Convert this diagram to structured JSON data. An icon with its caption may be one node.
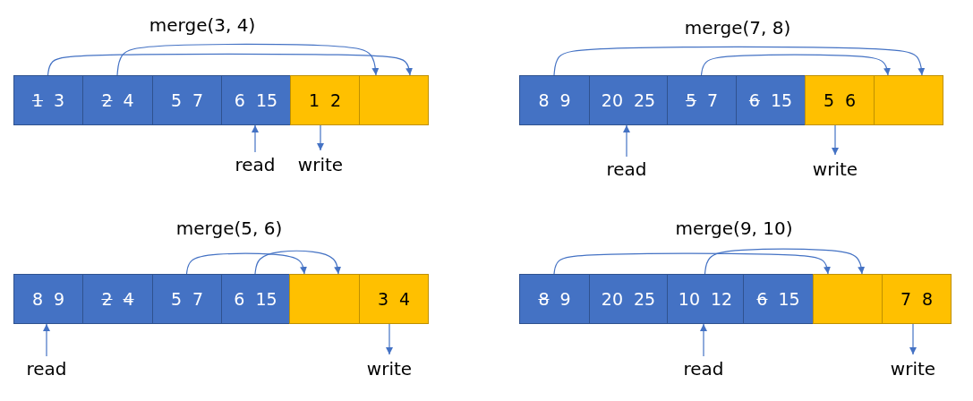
{
  "diagram": {
    "nodes": [
      {
        "text": [
          "1",
          "3"
        ]
      },
      {
        "text": [
          "2",
          "4"
        ]
      },
      {
        "text": [
          "5",
          "7"
        ]
      },
      {
        "text": [
          "6",
          "15"
        ]
      },
      {
        "text": [
          "1",
          "2"
        ]
      },
      {
        "text": [],
        "shape": "box"
      },
      {
        "text": [
          "read"
        ]
      },
      {
        "text": [
          "write"
        ]
      },
      {
        "text": [
          "8",
          "9"
        ]
      },
      {
        "text": [
          "20",
          "25"
        ]
      },
      {
        "text": [
          "5",
          "7"
        ]
      },
      {
        "text": [
          "6",
          "15"
        ]
      },
      {
        "text": [
          "5",
          "6"
        ]
      },
      {
        "text": [],
        "shape": "box"
      },
      {
        "text": [
          "read"
        ]
      },
      {
        "text": [
          "write"
        ]
      },
      {
        "text": [
          "8",
          "9"
        ]
      },
      {
        "text": [
          "2",
          "4"
        ]
      },
      {
        "text": [
          "5",
          "7"
        ]
      },
      {
        "text": [
          "6",
          "15"
        ]
      },
      {
        "text": [],
        "shape": "box"
      },
      {
        "text": [
          "3",
          "4"
        ]
      },
      {
        "text": [
          "read"
        ]
      },
      {
        "text": [
          "write"
        ]
      },
      {
        "text": [
          "8",
          "9"
        ]
      },
      {
        "text": [
          "20",
          "25"
        ]
      },
      {
        "text": [
          "10",
          "12"
        ]
      },
      {
        "text": [
          "6",
          "15"
        ]
      },
      {
        "text": [],
        "shape": "box"
      },
      {
        "text": [
          "7",
          "8"
        ]
      },
      {
        "text": [
          "read"
        ]
      },
      {
        "text": [
          "write"
        ]
      }
    ],
    "edges": [
      {
        "from": 0,
        "to": 5,
        "arrow": "to"
      },
      {
        "from": 1,
        "to": 5,
        "arrow": "to"
      },
      {
        "from": 6,
        "to": 3,
        "arrow": "to"
      },
      {
        "from": 4,
        "to": 7,
        "arrow": "to"
      },
      {
        "from": 8,
        "to": 13,
        "arrow": "to"
      },
      {
        "from": 10,
        "to": 13,
        "arrow": "to"
      },
      {
        "from": 14,
        "to": 9,
        "arrow": "to"
      },
      {
        "from": 12,
        "to": 15,
        "arrow": "to"
      },
      {
        "from": 18,
        "to": 20,
        "arrow": "to"
      },
      {
        "from": 19,
        "to": 20,
        "arrow": "to"
      },
      {
        "from": 22,
        "to": 16,
        "arrow": "to"
      },
      {
        "from": 21,
        "to": 23,
        "arrow": "to"
      },
      {
        "from": 24,
        "to": 28,
        "arrow": "to"
      },
      {
        "from": 26,
        "to": 28,
        "arrow": "to"
      },
      {
        "from": 30,
        "to": 26,
        "arrow": "to"
      },
      {
        "from": 29,
        "to": 31,
        "arrow": "to"
      }
    ],
    "labels": [
      "merge(3, 4)",
      "merge(7, 8)",
      "merge(5, 6)",
      "merge(9, 10)"
    ]
  }
}
